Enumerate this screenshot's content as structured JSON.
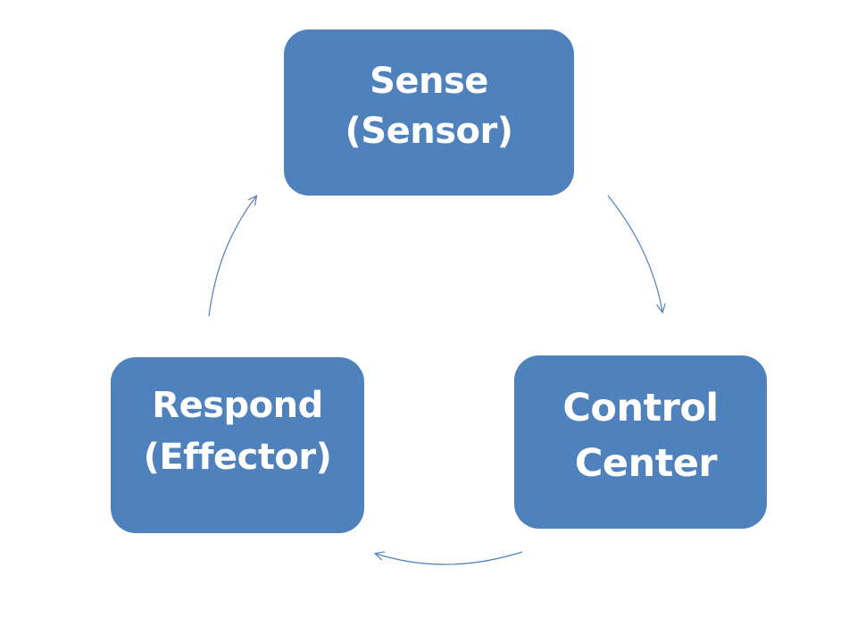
{
  "diagram": {
    "nodes": [
      {
        "id": "sense",
        "lines": [
          "Sense",
          "(Sensor)"
        ]
      },
      {
        "id": "control",
        "lines": [
          "Control",
          "Center"
        ]
      },
      {
        "id": "respond",
        "lines": [
          "Respond",
          "(Effector)"
        ]
      }
    ],
    "connections": [
      {
        "from": "sense",
        "to": "control"
      },
      {
        "from": "control",
        "to": "respond"
      },
      {
        "from": "respond",
        "to": "sense"
      }
    ],
    "colors": {
      "node_fill": "#4f81bd",
      "node_text": "#ffffff",
      "arrow": "#4f81bd"
    }
  }
}
